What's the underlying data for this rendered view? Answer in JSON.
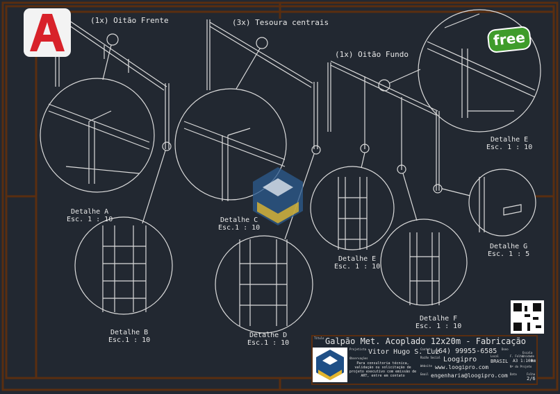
{
  "views": {
    "oitao_frente": "(1x) Oitão Frente",
    "tesoura_centrais": "(3x) Tesoura centrais",
    "oitao_fundo": "(1x) Oitão Fundo"
  },
  "details": [
    {
      "name": "Detalhe A",
      "scale": "Esc. 1 : 10"
    },
    {
      "name": "Detalhe B",
      "scale": "Esc.1 : 10"
    },
    {
      "name": "Detalhe C",
      "scale": "Esc.1 : 10"
    },
    {
      "name": "Detalhe D",
      "scale": "Esc.1 : 10"
    },
    {
      "name": "Detalhe E",
      "scale": "Esc. 1 : 10"
    },
    {
      "name": "Detalhe E",
      "scale": "Esc. 1 : 10"
    },
    {
      "name": "Detalhe F",
      "scale": "Esc. 1 : 10"
    },
    {
      "name": "Detalhe G",
      "scale": "Esc. 1 : 5"
    }
  ],
  "badge": {
    "free": "free"
  },
  "title_block": {
    "title_label": "Título",
    "title": "Galpão Met. Acoplado 12x20m - Fabricação",
    "author_label": "Projetista",
    "author": "Vitor Hugo S. Luz",
    "notes_label": "Observações",
    "notes": "Para consultoria técnica, validação ou solicitação de projeto executivo com emissão de ART, entre em contato",
    "contact_label": "Contato",
    "contact": "(64) 99955-6585",
    "company_label": "Razão Social",
    "company": "Loogipro",
    "website_label": "Website",
    "website": "www.loogipro.com",
    "email_label": "Email",
    "email": "engenharia@loogipro.com",
    "country_label": "Local",
    "country": "BRASIL",
    "sheet_format_label": "F. Folha",
    "sheet_format": "A3",
    "scale_label": "Escala",
    "scale": "1:100",
    "unit_label": "Unidade",
    "unit": "mm",
    "page_label": "Folha",
    "page": "2/6",
    "date_label": "Data",
    "project_number_label": "Nº do Projeto",
    "owner_label": "Dono"
  },
  "colors": {
    "background": "#222831",
    "frame": "#5a2e10",
    "lines": "#e0e0e0"
  }
}
